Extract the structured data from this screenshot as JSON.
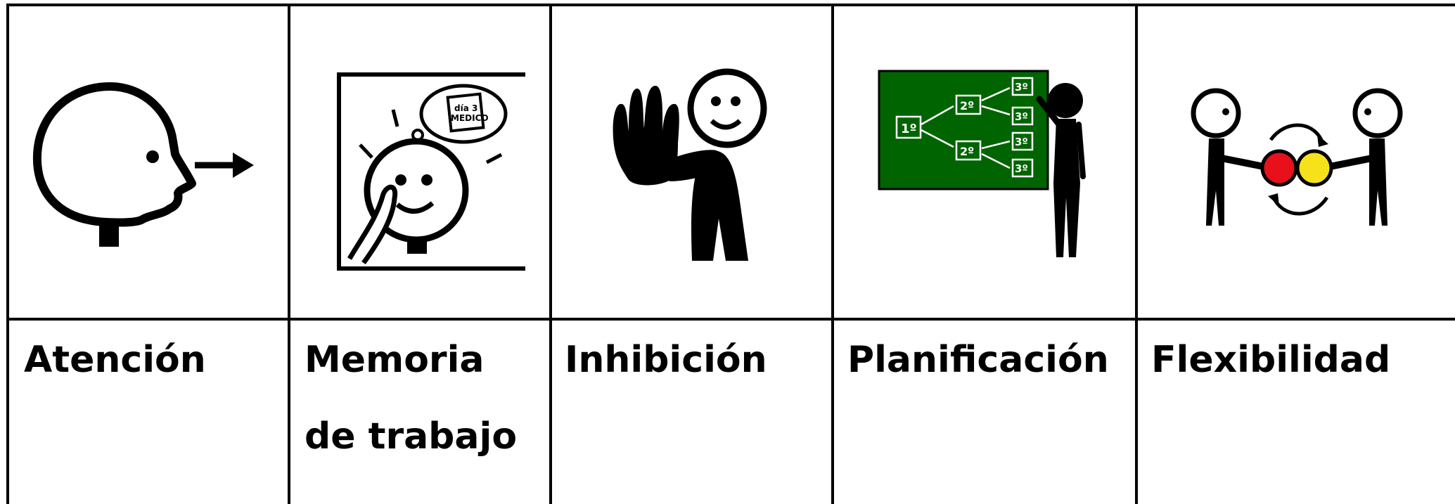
{
  "functions": [
    {
      "label": "Atención",
      "icon": "attention-icon"
    },
    {
      "label": "Memoria de trabajo",
      "icon": "working-memory-icon"
    },
    {
      "label": "Inhibición",
      "icon": "inhibition-icon"
    },
    {
      "label": "Planificación",
      "icon": "planning-icon"
    },
    {
      "label": "Flexibilidad",
      "icon": "flexibility-icon"
    }
  ],
  "memory_note": {
    "line1": "día 3",
    "line2": "MEDICO"
  },
  "planning_board": {
    "first": "1º",
    "second": "2º",
    "third": "3º"
  },
  "colors": {
    "border": "#000000",
    "board": "#006400",
    "red": "#e8101a",
    "yellow": "#f5e21a"
  }
}
